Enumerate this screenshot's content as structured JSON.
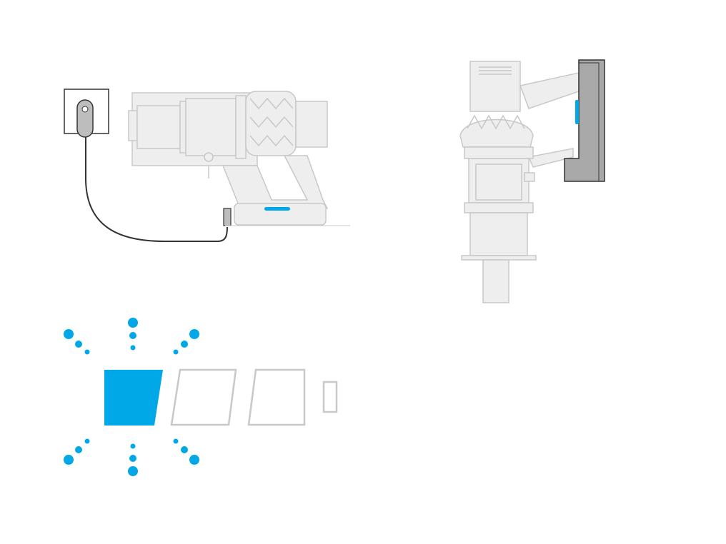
{
  "figure": {
    "panels": [
      {
        "id": "charging-from-wall-outlet",
        "depicts": [
          "wall-socket-with-charger-plug",
          "charger-cable",
          "handheld-vacuum-side-view",
          "charge-indicator-led"
        ]
      },
      {
        "id": "docked-on-wall-mount",
        "depicts": [
          "vacuum-front-view",
          "cyclone-assembly",
          "wall-dock-bracket",
          "dock-indicator-led"
        ]
      },
      {
        "id": "battery-level-indicator",
        "depicts": [
          "flash-rays",
          "battery-segments",
          "battery-terminal"
        ]
      }
    ],
    "battery": {
      "segments_total": 3,
      "segments_lit": 1,
      "flashing": true
    },
    "colors": {
      "accent": "#00a8e8",
      "body_fill": "#eeeeee",
      "line": "#c8c8c8",
      "outline_dark": "#333333",
      "socket_fill": "#bdbdbd",
      "dock_fill": "#a9a9a9",
      "background": "#ffffff"
    }
  }
}
